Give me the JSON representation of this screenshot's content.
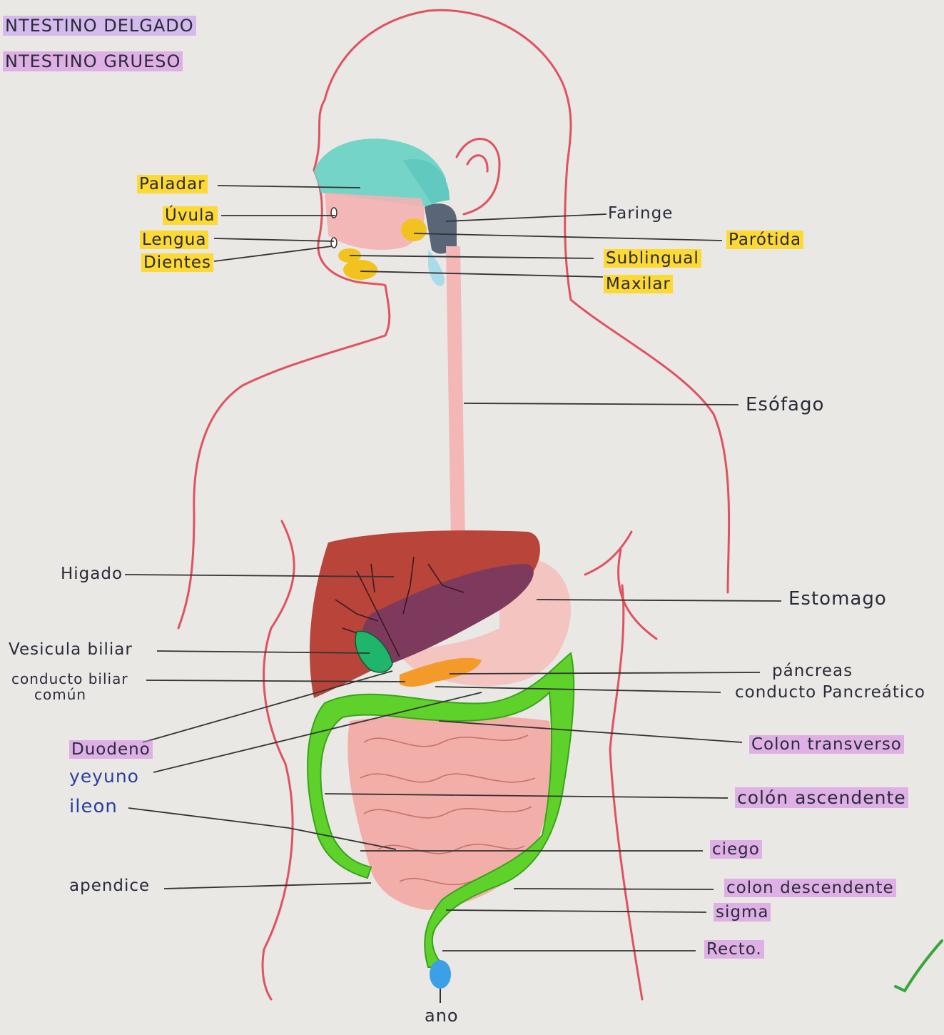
{
  "legend": {
    "small_intestine": "NTESTINO DELGADO",
    "large_intestine": "NTESTINO GRUESO",
    "small_color": "#c69bf2",
    "large_color": "#d98ae6"
  },
  "labels": {
    "paladar": "Paladar",
    "uvula": "Úvula",
    "lengua": "Lengua",
    "dientes": "Dientes",
    "faringe": "Faringe",
    "parotida": "Parótida",
    "sublingual": "Sublingual",
    "maxilar": "Maxilar",
    "esofago": "Esófago",
    "higado": "Higado",
    "estomago": "Estomago",
    "vesicula": "Vesicula biliar",
    "conducto_biliar": "conducto biliar",
    "conducto_biliar_2": "común",
    "pancreas": "páncreas",
    "conducto_pancreatico": "conducto Pancreático",
    "duodeno": "Duodeno",
    "colon_transverso": "Colon transverso",
    "yeyuno": "yeyuno",
    "ileon": "ileon",
    "colon_ascendente": "colón ascendente",
    "ciego": "ciego",
    "apendice": "apendice",
    "colon_descendente": "colon descendente",
    "sigma": "sigma",
    "recto": "Recto.",
    "ano": "ano"
  },
  "colors": {
    "outline": "#e0525f",
    "liver": "#b8443a",
    "liver_lobe": "#7d3a5c",
    "gallbladder": "#1fb56b",
    "pancreas": "#f39a2a",
    "large_intestine": "#5fd12b",
    "small_intestine": "#f2aea8",
    "stomach": "#f3c3c0",
    "glands": "#f2c21f",
    "palate": "#6fd3c6",
    "pharynx": "#5a6678",
    "anus": "#3ba0e6",
    "check": "#3aa63a"
  }
}
